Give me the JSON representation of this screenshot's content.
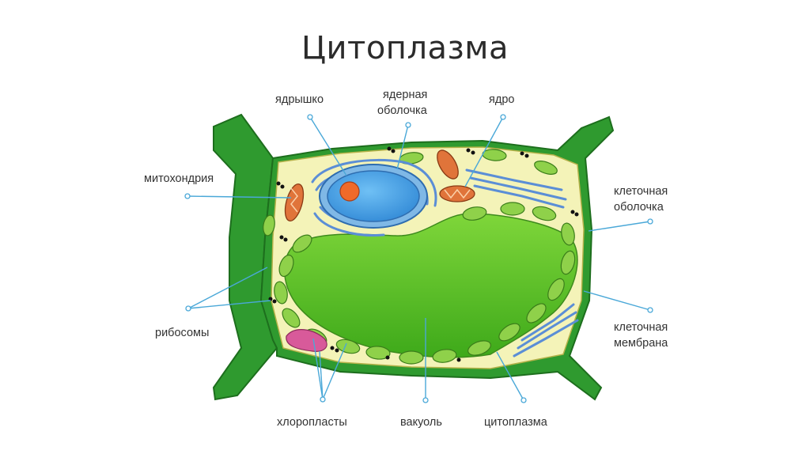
{
  "title": "Цитоплазма",
  "labels": {
    "nucleolus": "ядрышко",
    "nuclear_envelope_1": "ядерная",
    "nuclear_envelope_2": "оболочка",
    "nucleus": "ядро",
    "mitochondria": "митохондрия",
    "cell_wall_1": "клеточная",
    "cell_wall_2": "оболочка",
    "ribosomes": "рибосомы",
    "cell_membrane_1": "клеточная",
    "cell_membrane_2": "мембрана",
    "chloroplasts": "хлоропласты",
    "vacuole": "вакуоль",
    "cytoplasm": "цитоплазма"
  },
  "colors": {
    "cell_wall": "#2f9a2f",
    "cell_wall_dark": "#1f7a1f",
    "cytoplasm": "#f4f3b8",
    "vacuole": "#5cc221",
    "nucleus": "#4fa4e8",
    "nucleolus": "#f06a2a",
    "mitochondria": "#e0743a",
    "chloroplast": "#8fd14a",
    "er": "#5b8ed6",
    "leader": "#4aa8d8",
    "text": "#333333"
  }
}
